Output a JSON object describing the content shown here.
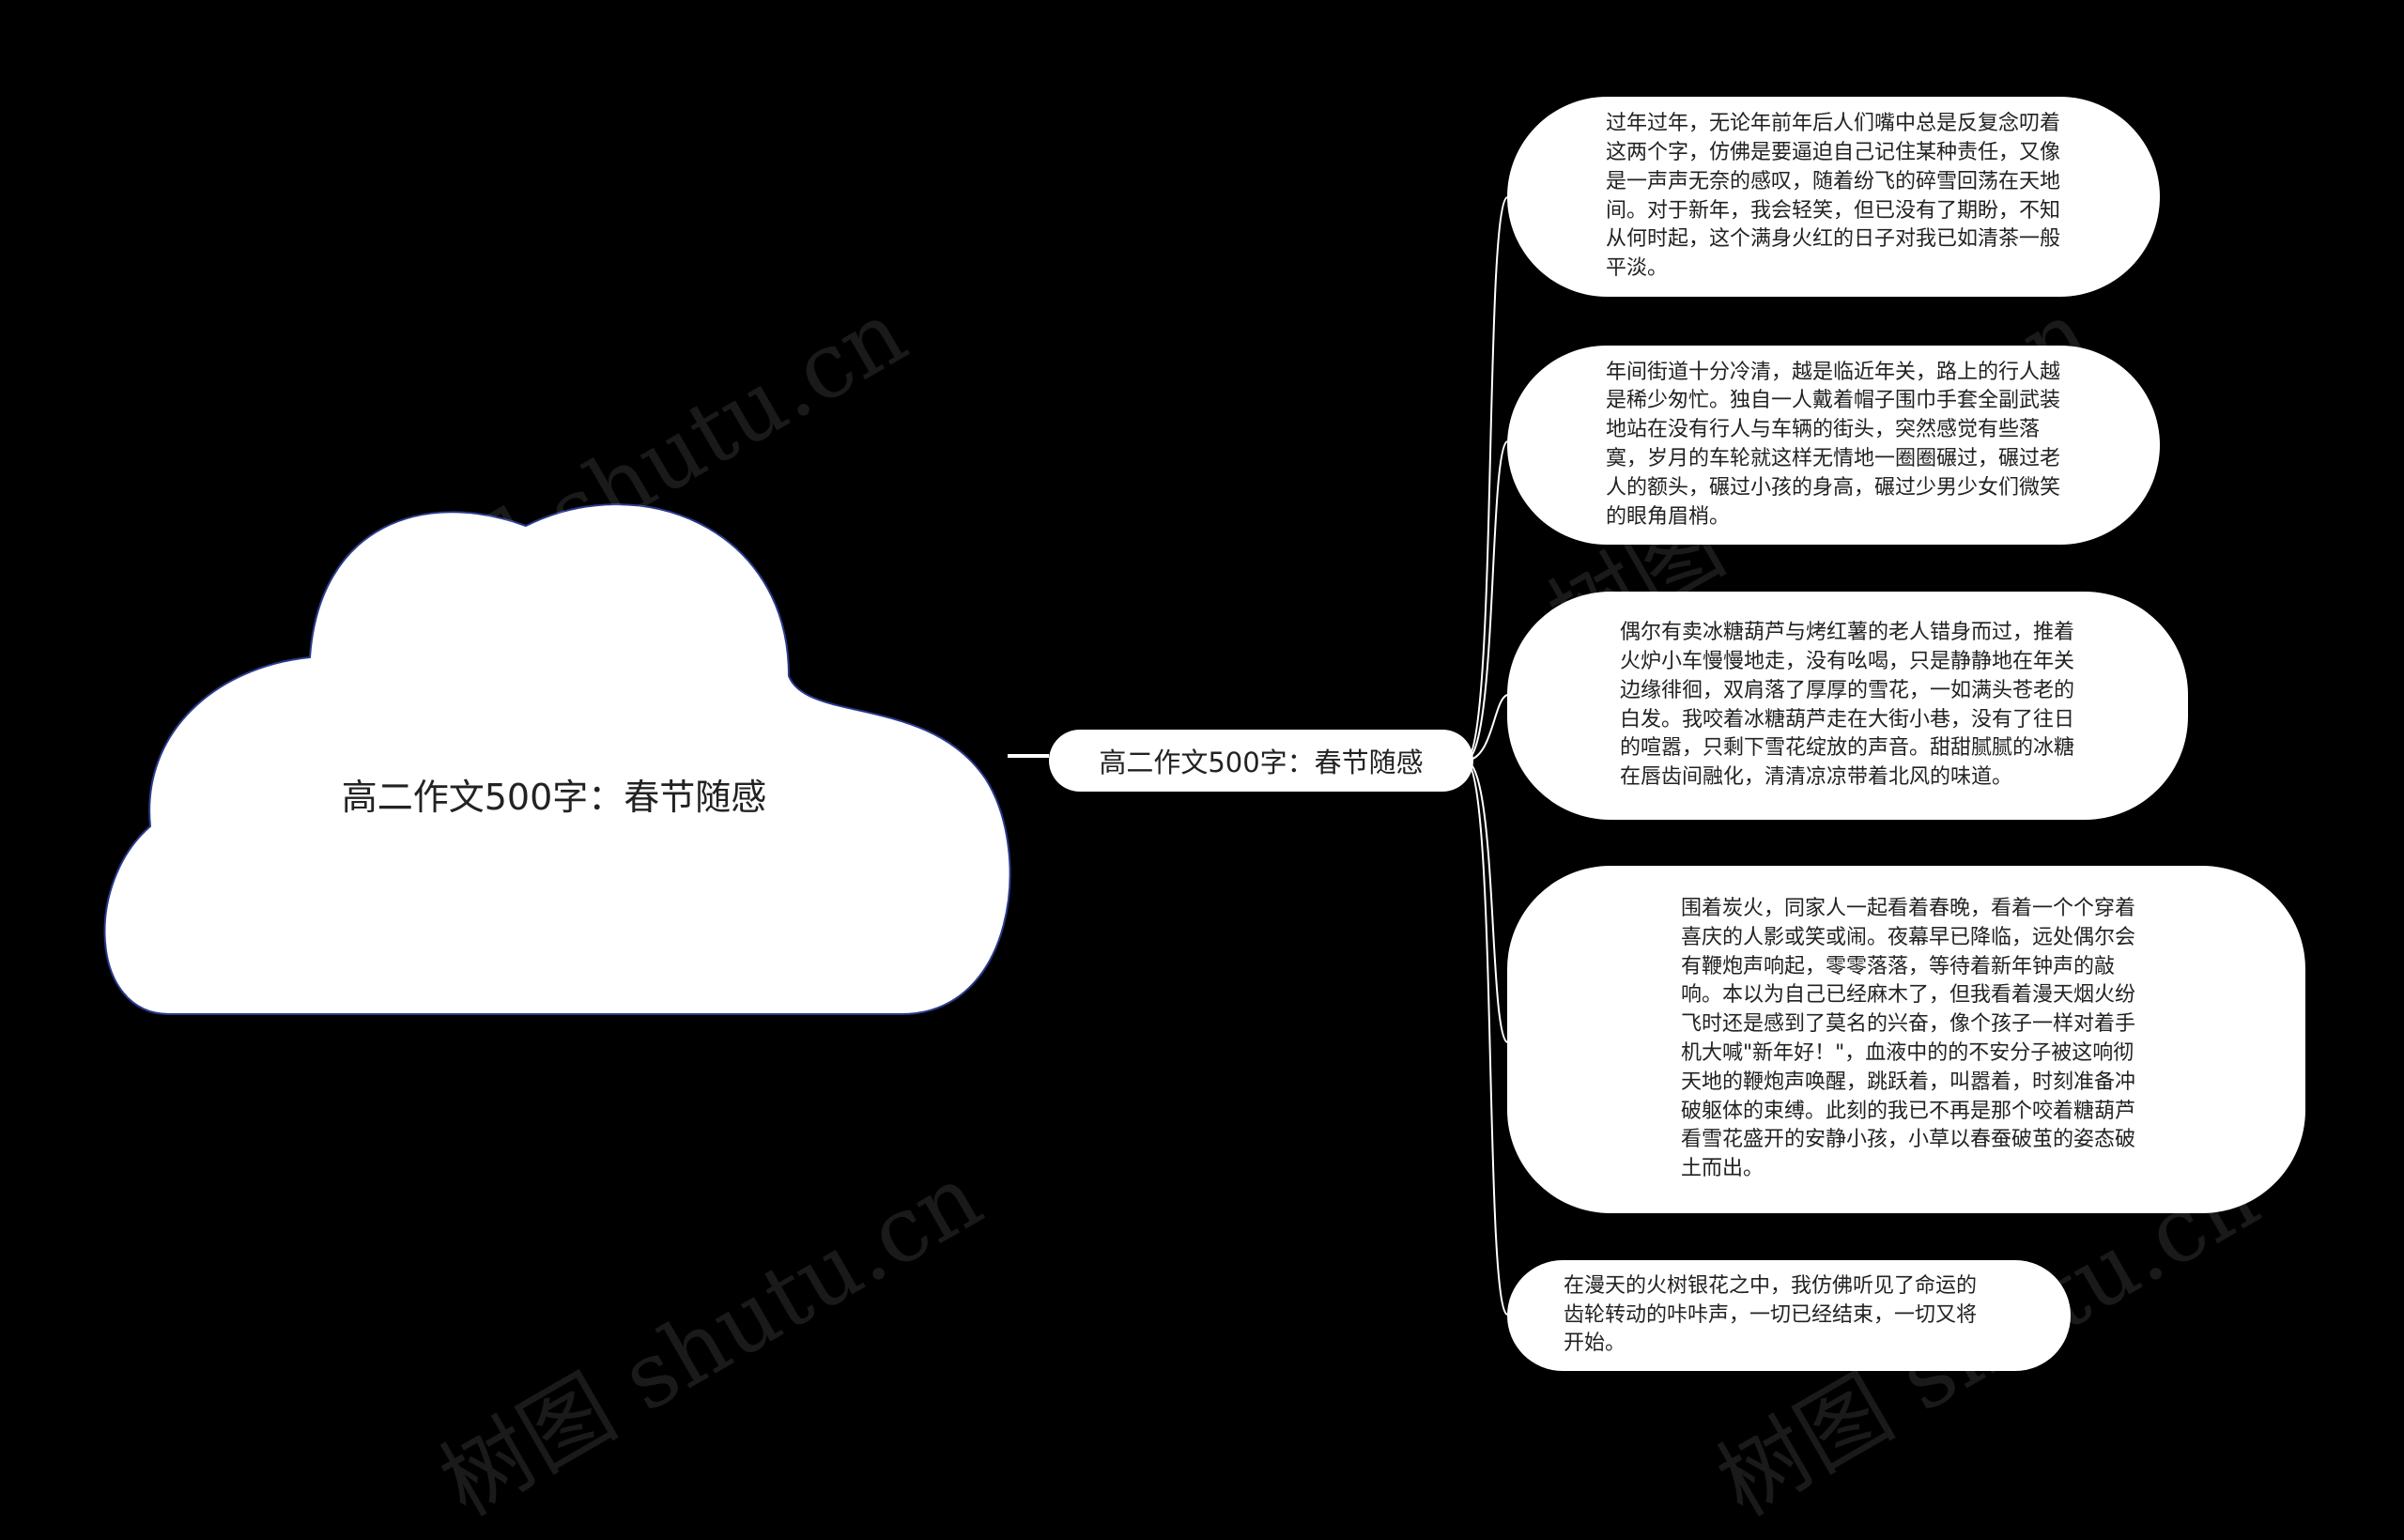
{
  "colors": {
    "background": "#000000",
    "node_fill": "#ffffff",
    "cloud_border": "#2a3a8c",
    "connector": "#ffffff",
    "text": "#222222"
  },
  "root": {
    "title": "高二作文500字：春节随感"
  },
  "center": {
    "label": "高二作文500字：春节随感"
  },
  "branches": [
    {
      "text": "过年过年，无论年前年后人们嘴中总是反复念叨着这两个字，仿佛是要逼迫自己记住某种责任，又像是一声声无奈的感叹，随着纷飞的碎雪回荡在天地间。对于新年，我会轻笑，但已没有了期盼，不知从何时起，这个满身火红的日子对我已如清茶一般平淡。"
    },
    {
      "text": "年间街道十分冷清，越是临近年关，路上的行人越是稀少匆忙。独自一人戴着帽子围巾手套全副武装地站在没有行人与车辆的街头，突然感觉有些落寞，岁月的车轮就这样无情地一圈圈碾过，碾过老人的额头，碾过小孩的身高，碾过少男少女们微笑的眼角眉梢。"
    },
    {
      "text": "偶尔有卖冰糖葫芦与烤红薯的老人错身而过，推着火炉小车慢慢地走，没有吆喝，只是静静地在年关边缘徘徊，双肩落了厚厚的雪花，一如满头苍老的白发。我咬着冰糖葫芦走在大街小巷，没有了往日的喧嚣，只剩下雪花绽放的声音。甜甜腻腻的冰糖在唇齿间融化，清清凉凉带着北风的味道。"
    },
    {
      "text": "围着炭火，同家人一起看着春晚，看着一个个穿着喜庆的人影或笑或闹。夜幕早已降临，远处偶尔会有鞭炮声响起，零零落落，等待着新年钟声的敲响。本以为自己已经麻木了，但我看着漫天烟火纷飞时还是感到了莫名的兴奋，像个孩子一样对着手机大喊\"新年好！\"，血液中的的不安分子被这响彻天地的鞭炮声唤醒，跳跃着，叫嚣着，时刻准备冲破躯体的束缚。此刻的我已不再是那个咬着糖葫芦看雪花盛开的安静小孩，小草以春蚕破茧的姿态破土而出。"
    },
    {
      "text": "在漫天的火树银花之中，我仿佛听见了命运的齿轮转动的咔咔声，一切已经结束，一切又将开始。"
    }
  ],
  "watermark": "树图 shutu.cn"
}
